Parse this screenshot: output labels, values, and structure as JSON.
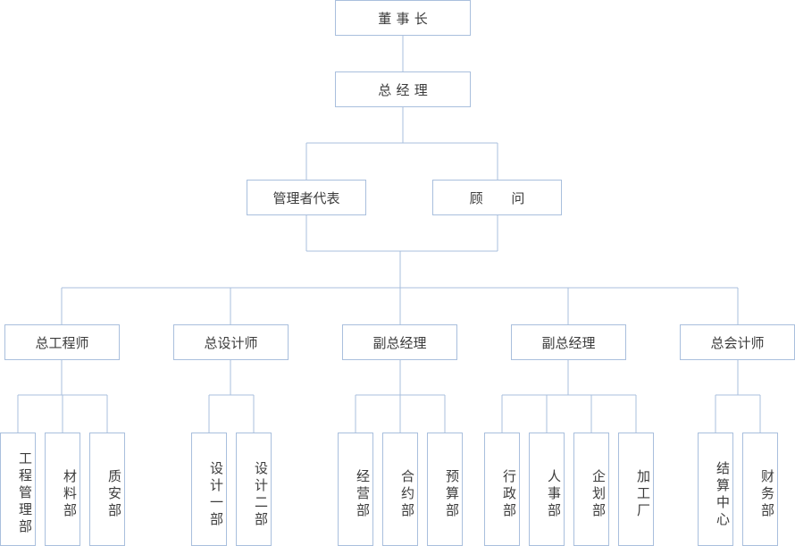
{
  "org_chart": {
    "chairman": "董事长",
    "general_manager": "总经理",
    "management_rep": "管理者代表",
    "advisor": "顾 问",
    "chief_engineer": "总工程师",
    "chief_designer": "总设计师",
    "deputy_gm_1": "副总经理",
    "deputy_gm_2": "副总经理",
    "chief_accountant": "总会计师",
    "departments": {
      "engineering_mgmt": "工程管理部",
      "materials": "材料部",
      "quality_safety": "质安部",
      "design_1": "设计一部",
      "design_2": "设计二部",
      "operations": "经营部",
      "contracts": "合约部",
      "budget": "预算部",
      "administration": "行政部",
      "hr": "人事部",
      "planning": "企划部",
      "processing_plant": "加工厂",
      "settlement_center": "结算中心",
      "finance": "财务部"
    }
  },
  "colors": {
    "line": "#a9bfdd",
    "text": "#3c3c3c"
  }
}
